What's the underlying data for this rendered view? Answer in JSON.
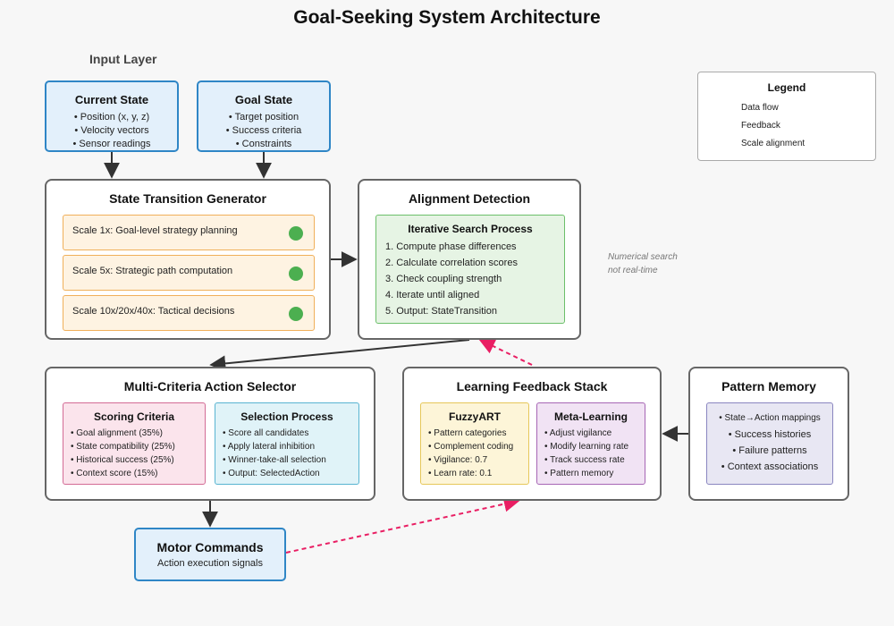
{
  "title": "Goal-Seeking System Architecture",
  "input_layer_label": "Input Layer",
  "current_state": {
    "title": "Current State",
    "items": [
      "Position (x, y, z)",
      "Velocity vectors",
      "Sensor readings"
    ]
  },
  "goal_state": {
    "title": "Goal State",
    "items": [
      "Target position",
      "Success criteria",
      "Constraints"
    ]
  },
  "state_transition_generator": {
    "title": "State Transition Generator",
    "scales": [
      "Scale 1x: Goal-level strategy planning",
      "Scale 5x: Strategic path computation",
      "Scale 10x/20x/40x: Tactical decisions"
    ]
  },
  "alignment_detection": {
    "title": "Alignment Detection",
    "search_title": "Iterative Search Process",
    "steps": [
      "1. Compute phase differences",
      "2. Calculate correlation scores",
      "3. Check coupling strength",
      "4. Iterate until aligned",
      "5. Output: StateTransition"
    ]
  },
  "note": {
    "line1": "Numerical search",
    "line2": "not real-time"
  },
  "legend": {
    "title": "Legend",
    "items": [
      "Data flow",
      "Feedback",
      "Scale alignment"
    ],
    "colors": {
      "data_flow": "#333333",
      "feedback": "#e91e63",
      "scale_alignment": "#4caf50"
    }
  },
  "action_selector": {
    "title": "Multi-Criteria Action Selector",
    "scoring": {
      "title": "Scoring Criteria",
      "items": [
        "Goal alignment (35%)",
        "State compatibility (25%)",
        "Historical success (25%)",
        "Context score (15%)"
      ]
    },
    "selection": {
      "title": "Selection Process",
      "items": [
        "Score all candidates",
        "Apply lateral inhibition",
        "Winner-take-all selection",
        "Output: SelectedAction"
      ]
    }
  },
  "feedback_stack": {
    "title": "Learning Feedback Stack",
    "fuzzyart": {
      "title": "FuzzyART",
      "items": [
        "Pattern categories",
        "Complement coding",
        "Vigilance: 0.7",
        "Learn rate: 0.1"
      ]
    },
    "meta": {
      "title": "Meta-Learning",
      "items": [
        "Adjust vigilance",
        "Modify learning rate",
        "Track success rate",
        "Pattern memory"
      ]
    }
  },
  "pattern_memory": {
    "title": "Pattern Memory",
    "items": [
      "State→Action mappings",
      "Success histories",
      "Failure patterns",
      "Context associations"
    ]
  },
  "motor_commands": {
    "title": "Motor Commands",
    "subtitle": "Action execution signals"
  }
}
